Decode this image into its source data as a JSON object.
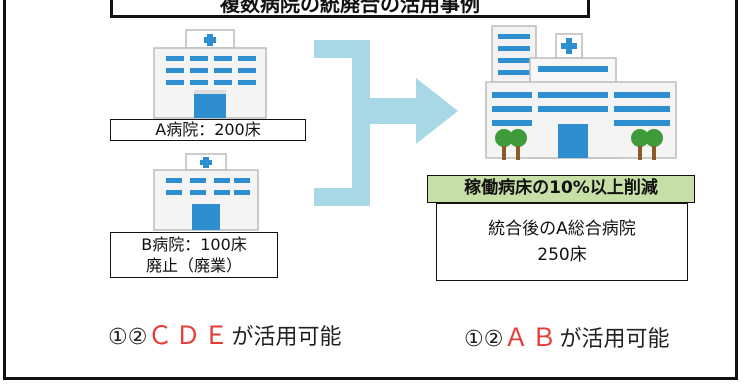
{
  "title": "複数病院の統廃合の活用事例",
  "hospital_a": {
    "label": "A病院：200床"
  },
  "hospital_b": {
    "label_line1": "B病院：100床",
    "label_line2": "廃止（廃業）"
  },
  "reduction_label": "稼働病床の10%以上削減",
  "merged": {
    "line1": "統合後のA総合病院",
    "line2": "250床"
  },
  "left_caption": {
    "prefix": "①②",
    "highlight": "ＣＤＥ",
    "suffix": "が活用可能"
  },
  "right_caption": {
    "prefix": "①②",
    "highlight": "ＡＢ",
    "suffix": "が活用可能"
  },
  "colors": {
    "arrow": "#a8d8e6",
    "reduction_bg": "#c5dfa7",
    "highlight": "#e83a35",
    "building_blue": "#2e8ed0"
  },
  "icons": {
    "hospital": "hospital-building-icon",
    "large_hospital": "large-hospital-building-icon",
    "arrow": "merge-arrow-icon"
  }
}
